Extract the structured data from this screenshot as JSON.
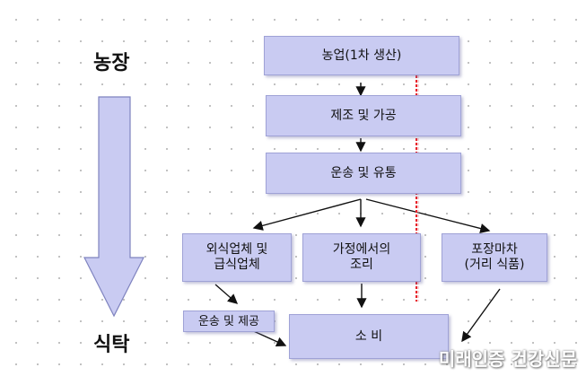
{
  "labels": {
    "farm": "농장",
    "table": "식탁"
  },
  "boxes": {
    "agriculture": "농업(1차 생산)",
    "processing": "제조 및 가공",
    "distribution": "운송 및 유통",
    "food_service_line1": "외식업체 및",
    "food_service_line2": "급식업체",
    "home_cooking_line1": "가정에서의",
    "home_cooking_line2": "조리",
    "street_vendor_line1": "포장마차",
    "street_vendor_line2": "(거리 식품)",
    "delivery": "운송 및 제공",
    "consumption": "소 비"
  },
  "watermark": "미래인증 건강신문",
  "colors": {
    "box_fill": "#c9cbf2",
    "big_arrow_fill": "#c9cbf2",
    "dashed_line": "#e8222a"
  }
}
